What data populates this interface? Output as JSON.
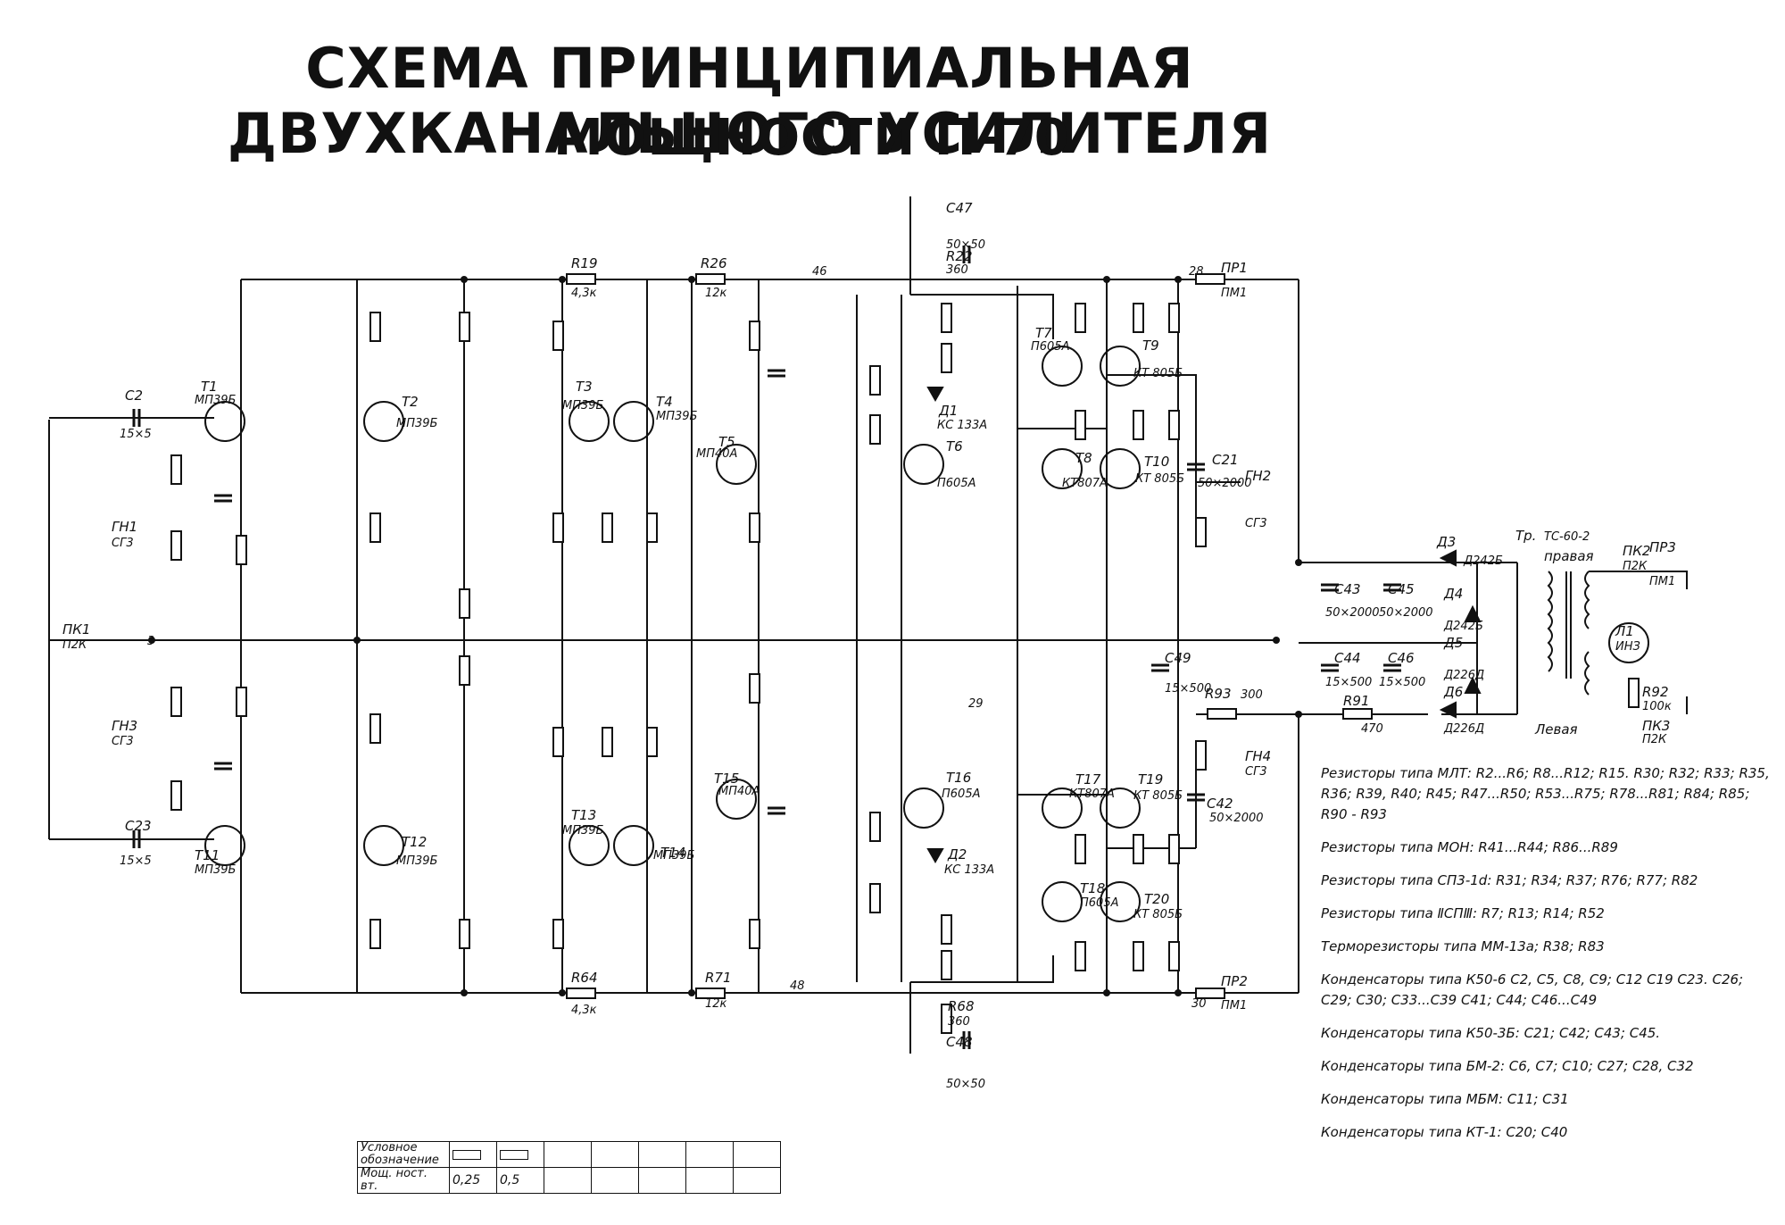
{
  "title": {
    "line1": "СХЕМА ПРИНЦИПИАЛЬНАЯ ДВУХКАНАЛЬНОГО УСИЛИТЕЛЯ",
    "line2": "МОЩНОСТИ П-70"
  },
  "components": {
    "C47": {
      "ref": "C47",
      "value": "50×50"
    },
    "R22": {
      "ref": "R22",
      "value": "360"
    },
    "R19": {
      "ref": "R19",
      "value": "4,3к"
    },
    "R26": {
      "ref": "R26",
      "value": "12к"
    },
    "PR1": {
      "ref": "ПР1",
      "value": "ПМ1"
    },
    "PR2": {
      "ref": "ПР2",
      "value": "ПМ1"
    },
    "PR3": {
      "ref": "ПР3",
      "value": "ПМ1"
    },
    "C2": {
      "ref": "C2",
      "value": "15×5"
    },
    "C23": {
      "ref": "C23",
      "value": "15×5"
    },
    "T1": {
      "ref": "T1",
      "value": "МП39Б"
    },
    "T11": {
      "ref": "T11",
      "value": "МП39Б"
    },
    "T2": {
      "ref": "T2",
      "value": "МП39Б"
    },
    "T12": {
      "ref": "T12",
      "value": "МП39Б"
    },
    "T3": {
      "ref": "T3",
      "value": "МП39Б"
    },
    "T13": {
      "ref": "T13",
      "value": "МП39Б"
    },
    "T4": {
      "ref": "T4",
      "value": "МП39Б"
    },
    "T14": {
      "ref": "T14",
      "value": "МП39Б"
    },
    "T5": {
      "ref": "T5",
      "value": "МП40А"
    },
    "T15": {
      "ref": "T15",
      "value": "МП40А"
    },
    "T6": {
      "ref": "T6",
      "value": "П605А"
    },
    "T16": {
      "ref": "T16",
      "value": "П605А"
    },
    "T7": {
      "ref": "T7",
      "value": "П605А"
    },
    "T17": {
      "ref": "T17",
      "value": "КТ807А"
    },
    "T8": {
      "ref": "T8",
      "value": "КТ807А"
    },
    "T18": {
      "ref": "T18",
      "value": "П605А"
    },
    "T9": {
      "ref": "T9",
      "value": "КТ 805Б"
    },
    "T10": {
      "ref": "T10",
      "value": "КТ 805Б"
    },
    "T19": {
      "ref": "T19",
      "value": "КТ 805Б"
    },
    "T20": {
      "ref": "T20",
      "value": "КТ 805Б"
    },
    "D1": {
      "ref": "Д1",
      "value": "КС 133А"
    },
    "D2": {
      "ref": "Д2",
      "value": "КС 133А"
    },
    "D3": {
      "ref": "Д3",
      "value": "Д242Б"
    },
    "D4": {
      "ref": "Д4",
      "value": "Д242Б"
    },
    "D5": {
      "ref": "Д5",
      "value": "Д226Д"
    },
    "D6": {
      "ref": "Д6",
      "value": "Д226Д"
    },
    "C43": {
      "ref": "C43",
      "value": "50×2000"
    },
    "C45": {
      "ref": "C45",
      "value": "50×2000"
    },
    "C44": {
      "ref": "C44",
      "value": "15×500"
    },
    "C46": {
      "ref": "C46",
      "value": "15×500"
    },
    "C21": {
      "ref": "C21",
      "value": "50×2000"
    },
    "C42": {
      "ref": "C42",
      "value": "50×2000"
    },
    "C49": {
      "ref": "C49",
      "value": "15×500"
    },
    "R93": {
      "ref": "R93",
      "value": "300"
    },
    "R91": {
      "ref": "R91",
      "value": "470"
    },
    "R92": {
      "ref": "R92",
      "value": "100к"
    },
    "C48": {
      "ref": "C48",
      "value": "50×50"
    },
    "R68": {
      "ref": "R68",
      "value": "360"
    },
    "R64": {
      "ref": "R64",
      "value": "4,3к"
    },
    "R71": {
      "ref": "R71",
      "value": "12к"
    },
    "TR": {
      "ref": "Тр.",
      "value": "ТС-60-2"
    },
    "L1": {
      "ref": "Л1",
      "value": "ИНЗ"
    },
    "PK1": {
      "ref": "ПК1",
      "value": "П2К"
    },
    "PK2": {
      "ref": "ПК2",
      "value": "П2К"
    },
    "PK3": {
      "ref": "ПК3",
      "value": "П2К"
    },
    "GN1": {
      "ref": "ГН1",
      "value": "СГ3"
    },
    "GN2": {
      "ref": "ГН2",
      "value": "СГ3"
    },
    "GN3": {
      "ref": "ГН3",
      "value": "СГ3"
    },
    "GN4": {
      "ref": "ГН4",
      "value": "СГ3"
    }
  },
  "labels": {
    "right": "правая",
    "left": "Левая",
    "node46": "46",
    "node48": "48",
    "node28": "28",
    "node30": "30",
    "node29": "29",
    "node3": "3"
  },
  "notes": [
    "Резисторы типа МЛТ: R2...R6; R8...R12; R15. R30; R32; R33; R35, R36; R39, R40; R45; R47...R50; R53...R75; R78...R81; R84; R85; R90 - R93",
    "Резисторы типа МОН: R41...R44; R86...R89",
    "Резисторы типа СП3-1d: R31; R34; R37; R76; R77; R82",
    "Резисторы типа ⅡСПⅢ: R7; R13; R14; R52",
    "Терморезисторы типа ММ-13а; R38; R83",
    "Конденсаторы типа К50-6 C2, C5, C8, C9; C12 C19 C23. C26; C29; C30; C33...C39 C41; C44; C46...C49",
    "Конденсаторы типа К50-3Б: C21; C42; C43; C45.",
    "Конденсаторы типа БМ-2: C6, C7; C10; C27; C28, C32",
    "Конденсаторы типа МБМ: C11; C31",
    "Конденсаторы типа КТ-1: C20; C40"
  ],
  "legend": {
    "row1_head": "Условное обозначение",
    "row2_head": "Мощ. ност. вт.",
    "p1": "0,25",
    "p2": "0,5"
  }
}
